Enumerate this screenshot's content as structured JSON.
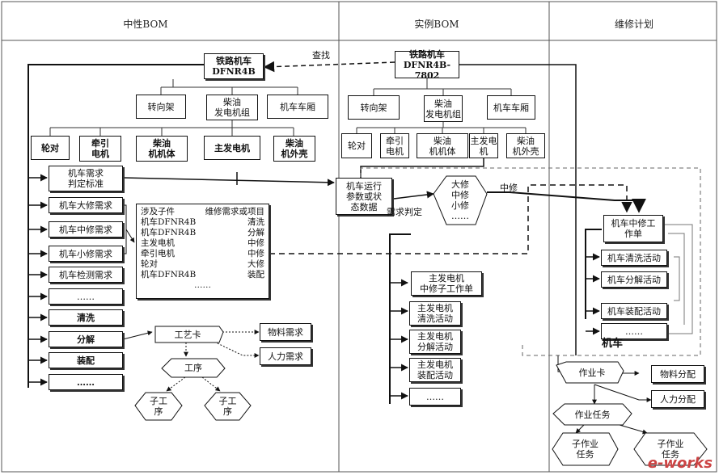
{
  "lanes": {
    "neutral": "中性BOM",
    "instance": "实例BOM",
    "maintenance": "维修计划"
  },
  "neutral": {
    "root": "铁路机车\nDFNR4B",
    "level2": [
      "转向架",
      "柴油\n发电机组",
      "机车车厢"
    ],
    "level3": [
      "轮对",
      "牵引\n电机",
      "柴油\n机机体",
      "主发电机",
      "柴油\n机外壳"
    ],
    "list": [
      "机车需求\n判定标准",
      "机车大修需求",
      "机车中修需求",
      "机车小修需求",
      "机车检测需求",
      "……",
      "清洗",
      "分解",
      "装配",
      "……"
    ],
    "table": {
      "header": [
        "涉及子件",
        "维修需求或项目"
      ],
      "rows": [
        [
          "机车DFNR4B",
          "清洗"
        ],
        [
          "机车DFNR4B",
          "分解"
        ],
        [
          "主发电机",
          "中修"
        ],
        [
          "牵引电机",
          "中修"
        ],
        [
          "轮对",
          "大修"
        ],
        [
          "机车DFNR4B",
          "装配"
        ]
      ],
      "ellipsis": "……"
    },
    "process_card": "工艺卡",
    "material_req": "物料需求",
    "labor_req": "人力需求",
    "procedure": "工序",
    "sub_procedures": [
      "子工\n序",
      "子工\n序"
    ]
  },
  "instance": {
    "root": "铁路机车\nDFNR4B-7802",
    "level2": [
      "转向架",
      "柴油\n发电机组",
      "机车车厢"
    ],
    "level3": [
      "轮对",
      "牵引\n电机",
      "柴油\n机机体",
      "主发电\n机",
      "柴油\n机外壳"
    ],
    "status_data": "机车运行\n参数或状\n态数据",
    "repair_levels": "大修\n中修\n小修\n……",
    "sub_order": "主发电机\n中修子工作单",
    "activities": [
      "主发电机\n清洗活动",
      "主发电机\n分解活动",
      "主发电机\n装配活动",
      "……"
    ]
  },
  "maintenance": {
    "work_order": "机车中修工\n作单",
    "activities": [
      "机车清洗活动",
      "机车分解活动",
      "机车装配活动",
      "……"
    ],
    "loco_label": "机车",
    "job_card": "作业卡",
    "material_alloc": "物料分配",
    "labor_alloc": "人力分配",
    "job_task": "作业任务",
    "sub_tasks": [
      "子作业\n任务",
      "子作业\n任务"
    ]
  },
  "arrow_labels": {
    "lookup": "查找",
    "judge": "需求判定",
    "mid_repair": "中修"
  },
  "watermark": "e-works"
}
